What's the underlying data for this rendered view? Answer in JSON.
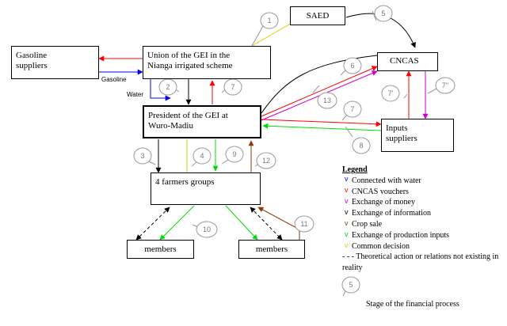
{
  "nodes": {
    "saed": "SAED",
    "cncas": "CNCAS",
    "gasoline_suppliers": [
      "Gasoline",
      "suppliers"
    ],
    "union": [
      "Union of the GEI in the",
      "Nianga irrigated scheme"
    ],
    "president": [
      "President of the GEI at",
      "Wuro-Madiu"
    ],
    "inputs_suppliers": [
      "Inputs",
      "suppliers"
    ],
    "farmers_groups": "4 farmers groups",
    "members_left": "members",
    "members_right": "members"
  },
  "edge_labels": {
    "gasoline": "Gasoline",
    "water": "Water"
  },
  "step_numbers": [
    "1",
    "2",
    "3",
    "4",
    "5",
    "6",
    "7",
    "7",
    "7'",
    "7''",
    "8",
    "9",
    "10",
    "11",
    "12",
    "13"
  ],
  "legend": {
    "title": "Legend",
    "items": [
      {
        "text": "Connected with water",
        "color": "#0000ff"
      },
      {
        "text": "CNCAS vouchers",
        "color": "#ff0000"
      },
      {
        "text": "Exchange of money",
        "color": "#cc00cc"
      },
      {
        "text": "Exchange of information",
        "color": "#000000"
      },
      {
        "text": "Crop sale",
        "color": "#8b3a0a"
      },
      {
        "text": "Exchange of production inputs",
        "color": "#00cc00"
      },
      {
        "text": "Common decision",
        "color": "#e6c800"
      }
    ],
    "dashed_note": "- - - Theoretical action or relations not existing in reality",
    "stage_marker": "5",
    "stage_caption": "Stage of the financial process"
  }
}
